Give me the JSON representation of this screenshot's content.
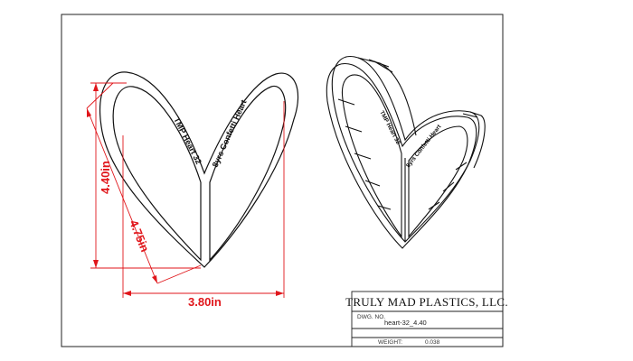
{
  "dimensions": {
    "height_label": "4.40in",
    "diagonal_label": "4.75in",
    "width_label": "3.80in"
  },
  "engraving": {
    "left_text": "TMP Heart 32",
    "right_text": "8yrs Confetti Heart"
  },
  "title_block": {
    "company": "TRULY MAD PLASTICS, LLC.",
    "dwg_no_label": "DWG. NO.",
    "dwg_no_value": "heart-32_4.40",
    "weight_label": "WEIGHT:",
    "weight_value": "0.038"
  },
  "colors": {
    "dimension": "#e0161b",
    "outline": "#111111"
  }
}
